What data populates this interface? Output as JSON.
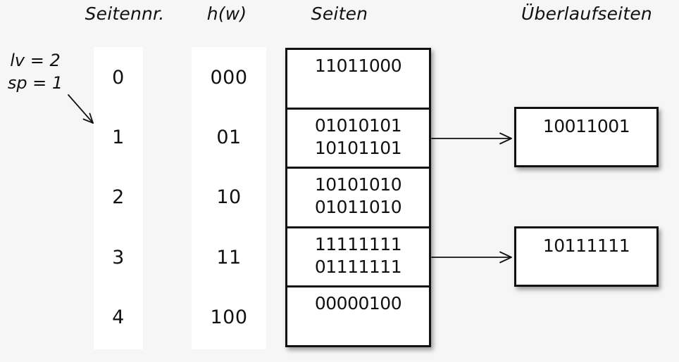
{
  "colors": {
    "page_bg": "#f5f6f5",
    "surface": "#ffffff",
    "line": "#111111",
    "text": "#111111"
  },
  "headers": {
    "seitennr": "Seitennr.",
    "hw": "h(w)",
    "seiten": "Seiten",
    "ueberlaufseiten": "Überlaufseiten"
  },
  "annotation": {
    "level": "lv = 2",
    "split_pointer": "sp = 1"
  },
  "rows": [
    {
      "nr": "0",
      "hw": "000",
      "lines": [
        "11011000",
        ""
      ]
    },
    {
      "nr": "1",
      "hw": "01",
      "lines": [
        "01010101",
        "10101101"
      ]
    },
    {
      "nr": "2",
      "hw": "10",
      "lines": [
        "10101010",
        "01011010"
      ]
    },
    {
      "nr": "3",
      "hw": "11",
      "lines": [
        "11111111",
        "01111111"
      ]
    },
    {
      "nr": "4",
      "hw": "100",
      "lines": [
        "00000100",
        ""
      ]
    }
  ],
  "overflow_pages": [
    {
      "for_row": "1",
      "value": "10011001"
    },
    {
      "for_row": "3",
      "value": "10111111"
    }
  ]
}
